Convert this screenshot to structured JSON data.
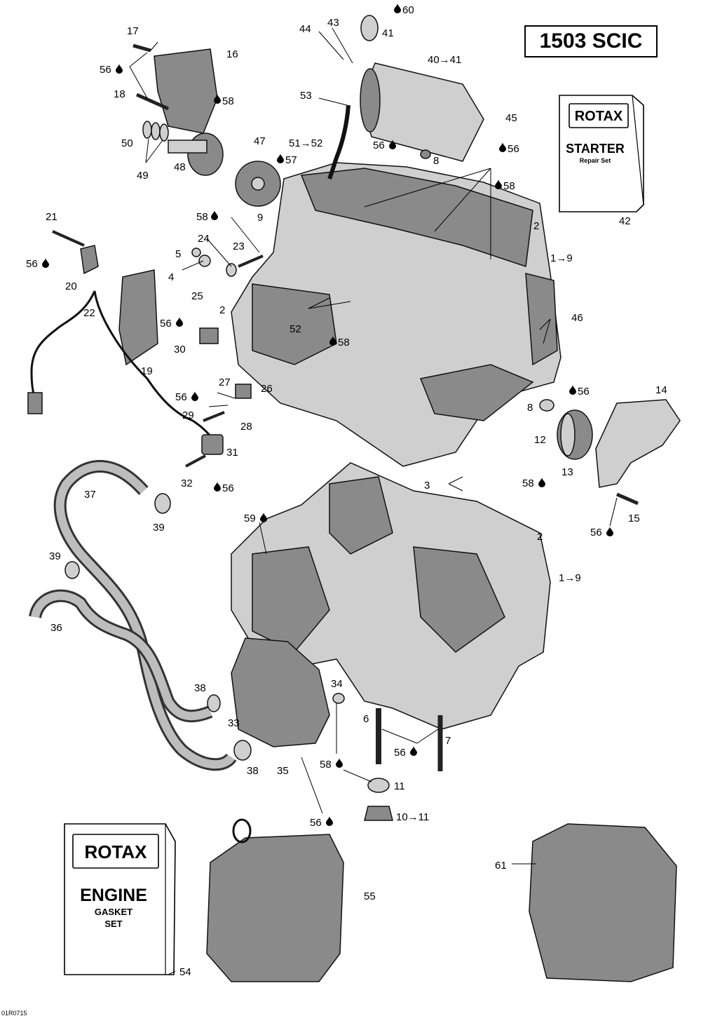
{
  "model_label": "1503 SCIC",
  "figure_code": "01R0715",
  "kits": {
    "starter": {
      "brand": "ROTAX",
      "title": "STARTER",
      "subtitle": "Repair Set",
      "number": "42"
    },
    "engine": {
      "brand": "ROTAX",
      "title": "ENGINE",
      "line2": "GASKET",
      "line3": "SET",
      "number": "54"
    }
  },
  "callouts": {
    "c17": "17",
    "c16": "16",
    "c56a": "56",
    "c18": "18",
    "c58a": "58",
    "c50": "50",
    "c49": "49",
    "c48": "48",
    "c47": "47",
    "c57": "57",
    "c9a": "9",
    "c44": "44",
    "c43": "43",
    "c60": "60",
    "c41": "41",
    "c40_41": "40→41",
    "c53": "53",
    "c51_52": "51→52",
    "c56b": "56",
    "c8a": "8",
    "c45": "45",
    "c56c": "56",
    "c58b": "58",
    "c2a": "2",
    "c1_9a": "1→9",
    "c21": "21",
    "c56d": "56",
    "c20": "20",
    "c22": "22",
    "c19": "19",
    "c58c": "58",
    "c23": "23",
    "c24": "24",
    "c5": "5",
    "c4": "4",
    "c25": "25",
    "c2b": "2",
    "c56e": "56",
    "c30": "30",
    "c52": "52",
    "c58d": "58",
    "c46": "46",
    "c27": "27",
    "c26": "26",
    "c56f": "56",
    "c29": "29",
    "c28": "28",
    "c31": "31",
    "c32": "32",
    "c56g": "56",
    "c56h": "56",
    "c14": "14",
    "c8b": "8",
    "c12": "12",
    "c13": "13",
    "c58e": "58",
    "c3": "3",
    "c15": "15",
    "c56i": "56",
    "c37": "37",
    "c39a": "39",
    "c59": "59",
    "c2c": "2",
    "c39b": "39",
    "c1_9b": "1→9",
    "c36": "36",
    "c38a": "38",
    "c34": "34",
    "c33": "33",
    "c6": "6",
    "c7": "7",
    "c56j": "56",
    "c58f": "58",
    "c38b": "38",
    "c35": "35",
    "c11": "11",
    "c10_11": "10→11",
    "c56k": "56",
    "c61": "61",
    "c55": "55"
  }
}
